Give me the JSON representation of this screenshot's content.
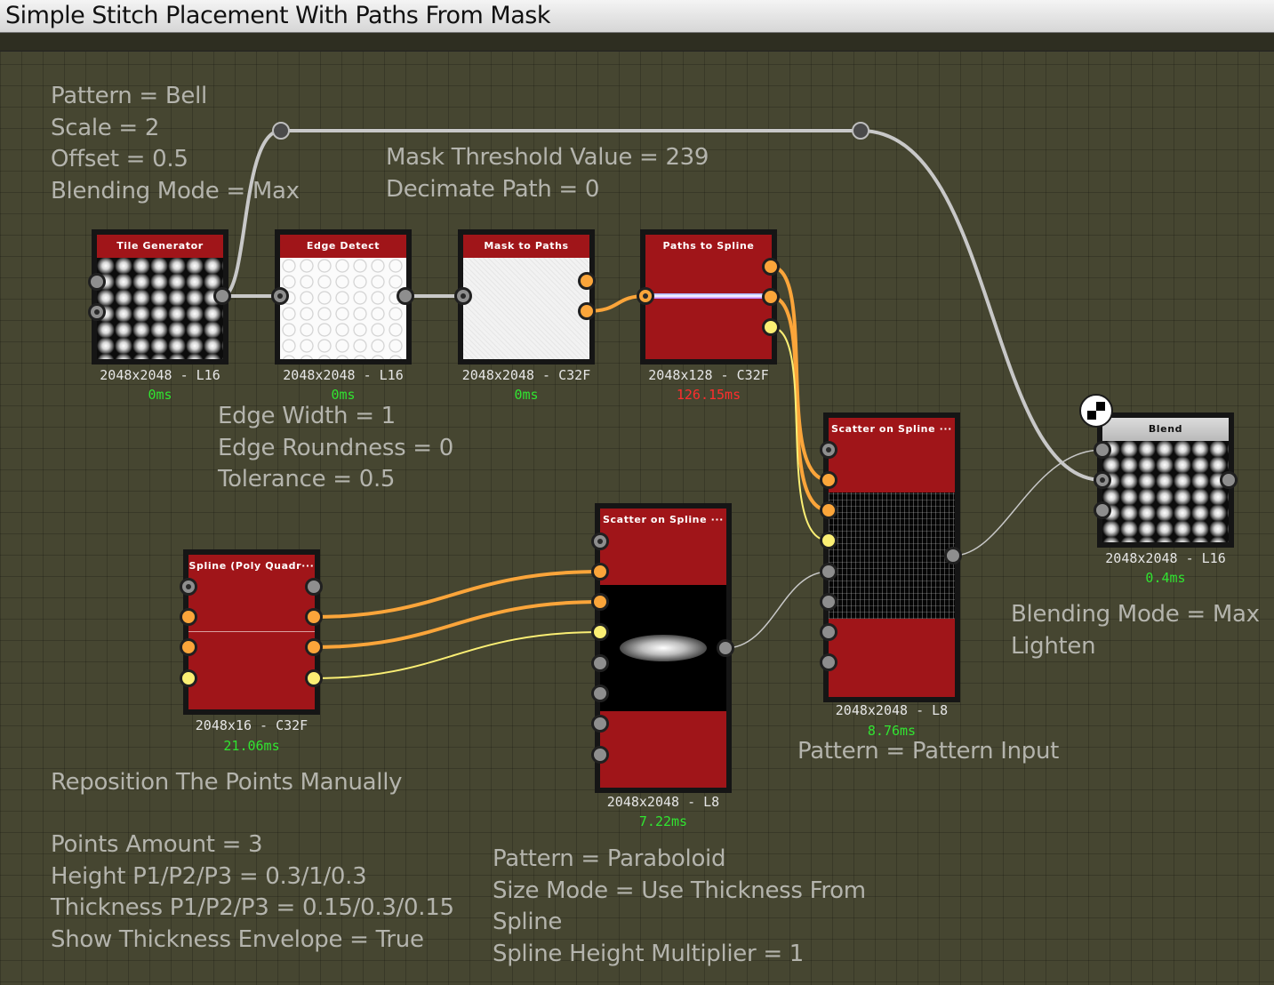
{
  "title": "Simple Stitch Placement With Paths From Mask",
  "notes": {
    "tile": "Pattern = Bell\nScale = 2\nOffset = 0.5\nBlending Mode = Max",
    "mask": "Mask Threshold Value = 239\nDecimate Path = 0",
    "edge": "Edge Width = 1\nEdge Roundness = 0\nTolerance = 0.5",
    "blend": "Blending Mode = Max\nLighten",
    "scatter_main": "Pattern = Pattern Input",
    "reposition": "Reposition The Points Manually",
    "spline": "Points Amount = 3\nHeight P1/P2/P3 = 0.3/1/0.3\nThickness P1/P2/P3 = 0.15/0.3/0.15\nShow Thickness Envelope = True",
    "scatter_para": "Pattern = Paraboloid\nSize Mode = Use Thickness From\nSpline\nSpline Height Multiplier = 1"
  },
  "nodes": {
    "tile_generator": {
      "title": "Tile Generator",
      "info": "2048x2048 - L16",
      "time": "0ms"
    },
    "edge_detect": {
      "title": "Edge Detect",
      "info": "2048x2048 - L16",
      "time": "0ms"
    },
    "mask_to_paths": {
      "title": "Mask to Paths",
      "info": "2048x2048 - C32F",
      "time": "0ms"
    },
    "paths_to_spline": {
      "title": "Paths to Spline",
      "info": "2048x128 - C32F",
      "time": "126.15ms"
    },
    "scatter_main": {
      "title": "Scatter on Spline ···",
      "info": "2048x2048 - L8",
      "time": "8.76ms"
    },
    "blend": {
      "title": "Blend",
      "info": "2048x2048 - L16",
      "time": "0.4ms"
    },
    "spline_poly": {
      "title": "Spline (Poly Quadr···",
      "info": "2048x16 - C32F",
      "time": "21.06ms"
    },
    "scatter_para": {
      "title": "Scatter on Spline ···",
      "info": "2048x2048 - L8",
      "time": "7.22ms"
    }
  },
  "colors": {
    "background": "#464631",
    "node_header": "#a01519",
    "wire_grey": "#c8c8c8",
    "wire_orange": "#fba53a",
    "wire_yellow": "#fbef74",
    "time_ok": "#31e431",
    "time_slow": "#ff2d2d"
  }
}
